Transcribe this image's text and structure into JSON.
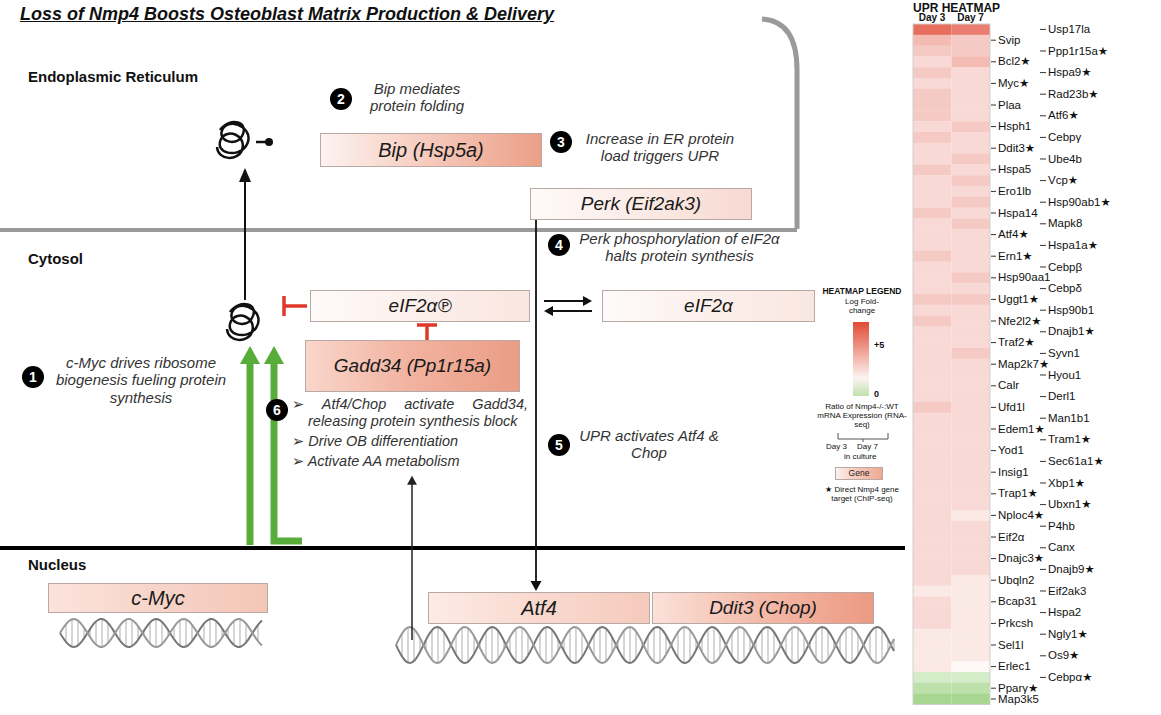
{
  "diagram": {
    "title": "Loss of Nmp4 Boosts Osteoblast Matrix Production & Delivery",
    "nodes": [
      {
        "text": [
          "Bip (Hsp5a)"
        ]
      },
      {
        "text": [
          "Perk (Eif2ak3)"
        ]
      },
      {
        "text": [
          "eIF2α℗"
        ]
      },
      {
        "text": [
          "eIF2α"
        ]
      },
      {
        "text": [
          "Gadd34 (Pp1r15a)"
        ]
      },
      {
        "text": [
          "c-Myc"
        ]
      },
      {
        "text": [
          "Atf4"
        ]
      },
      {
        "text": [
          "Ddit3 (Chop)"
        ]
      },
      {
        "text": [
          "Gene"
        ]
      }
    ],
    "edges": [
      {
        "from": 2,
        "to": 3,
        "arrow": "both"
      },
      {
        "from": 1,
        "to": 6,
        "arrow": "to"
      },
      {
        "from": 4,
        "to": 2,
        "arrow": "to"
      }
    ],
    "labels": [
      "Endoplasmic Reticulum",
      "Cytosol",
      "Nucleus",
      "1",
      "c-Myc drives ribosome biogenesis fueling protein synthesis",
      "2",
      "Bip mediates protein folding",
      "3",
      "Increase in ER protein load triggers UPR",
      "4",
      "Perk phosphorylation of eIF2α halts protein synthesis",
      "5",
      "UPR activates Atf4 & Chop",
      "6",
      "➢ Atf4/Chop activate Gadd34, releasing protein synthesis block",
      "➢ Drive OB differentiation",
      "➢ Activate AA metabolism",
      "UPR HEATMAP",
      "Day 3",
      "Day 7",
      "Usp17la",
      "Svip",
      "Ppp1r15a★",
      "Bcl2★",
      "Hspa9★",
      "Myc★",
      "Rad23b★",
      "Plaa",
      "Atf6★",
      "Hsph1",
      "Cebpγ",
      "Ddit3★",
      "Ube4b",
      "Hspa5",
      "Vcp★",
      "Ero1lb",
      "Hsp90ab1★",
      "Hspa14",
      "Mapk8",
      "Atf4★",
      "Hspa1a★",
      "Ern1★",
      "Cebpβ",
      "Hsp90aa1",
      "Cebpδ",
      "Uggt1★",
      "Hsp90b1",
      "Nfe2l2★",
      "Dnajb1★",
      "Traf2★",
      "Syvn1",
      "Map2k7★",
      "Hyou1",
      "Calr",
      "Derl1",
      "Ufd1l",
      "Man1b1",
      "Edem1★",
      "Tram1★",
      "Yod1",
      "Sec61a1★",
      "Insig1",
      "Xbp1★",
      "Trap1★",
      "Ubxn1★",
      "Nploc4★",
      "P4hb",
      "Eif2α",
      "Canx",
      "Dnajc3★",
      "Dnajb9★",
      "Ubqln2",
      "Eif2ak3",
      "Bcap31",
      "Hspa2",
      "Prkcsh",
      "Ngly1★",
      "Sel1l",
      "Os9★",
      "Erlec1",
      "Cebpα★",
      "Pparγ★",
      "Map3k5",
      "HEATMAP LEGEND",
      "Log Fold-change",
      "Ratio of Nmp4-/-:WT mRNA Expression (RNA-seq)",
      "Day 3",
      "Day 7",
      "in culture",
      "★ Direct Nmp4 gene target (ChIP-seq)"
    ],
    "legend": [
      {
        "text": "+5",
        "color": "#e04a35"
      },
      {
        "text": "0",
        "color": "#fdf3f1"
      }
    ]
  }
}
